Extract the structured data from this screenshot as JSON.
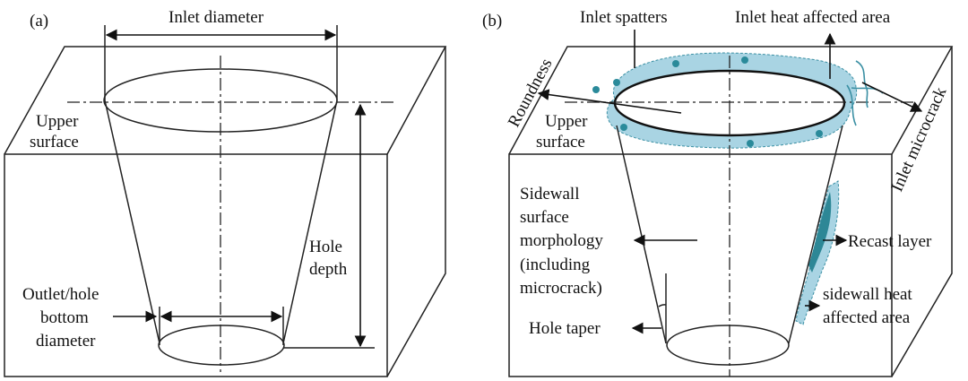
{
  "panel_a": {
    "tag": "(a)",
    "inlet_diameter": "Inlet diameter",
    "upper_surface": [
      "Upper",
      "surface"
    ],
    "hole_depth": [
      "Hole",
      "depth"
    ],
    "outlet_diameter": [
      "Outlet/hole",
      "bottom",
      "diameter"
    ]
  },
  "panel_b": {
    "tag": "(b)",
    "inlet_spatters": "Inlet spatters",
    "inlet_haz": "Inlet heat affected area",
    "roundness": "Roundness",
    "upper_surface": [
      "Upper",
      "surface"
    ],
    "inlet_microcrack": "Inlet microcrack",
    "sidewall_morphology": [
      "Sidewall",
      "surface",
      "morphology",
      "(including",
      "microcrack)"
    ],
    "recast_layer": "Recast layer",
    "sidewall_haz": [
      "sidewall heat",
      "affected area"
    ],
    "hole_taper": "Hole taper"
  },
  "colors": {
    "haz_fill": "#a9d4e3",
    "spatter": "#2a8a9a",
    "recast": "#2d8796"
  }
}
